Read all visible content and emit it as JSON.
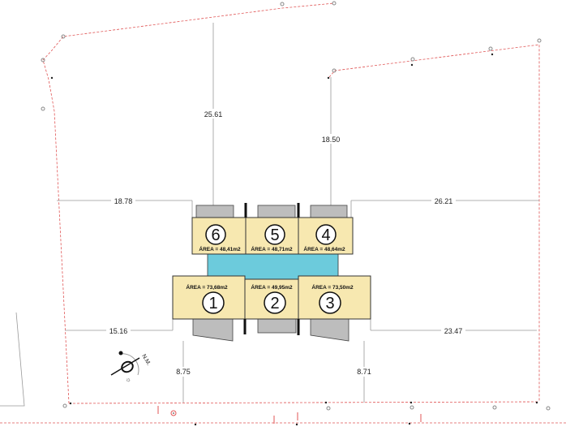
{
  "plan": {
    "units": [
      {
        "number": "1",
        "area": "ÁREA = 73,68m2"
      },
      {
        "number": "2",
        "area": "ÁREA = 49,95m2"
      },
      {
        "number": "3",
        "area": "ÁREA = 73,50m2"
      },
      {
        "number": "4",
        "area": "ÁREA = 48,64m2"
      },
      {
        "number": "5",
        "area": "ÁREA = 48,71m2"
      },
      {
        "number": "6",
        "area": "ÁREA = 48,41m2"
      }
    ],
    "dimensions": {
      "rear_left": "25.61",
      "rear_right": "18.50",
      "side_left_top": "18.78",
      "side_right_top": "26.21",
      "side_left_bottom": "15.16",
      "side_right_bottom": "23.47",
      "front_left": "8.75",
      "front_right": "8.71"
    },
    "north_label": "N.M.",
    "colors": {
      "unit_fill": "#f7e8b0",
      "common_area": "#6ccbdc",
      "garage": "#bdbdbd",
      "boundary": "#e05555"
    }
  }
}
